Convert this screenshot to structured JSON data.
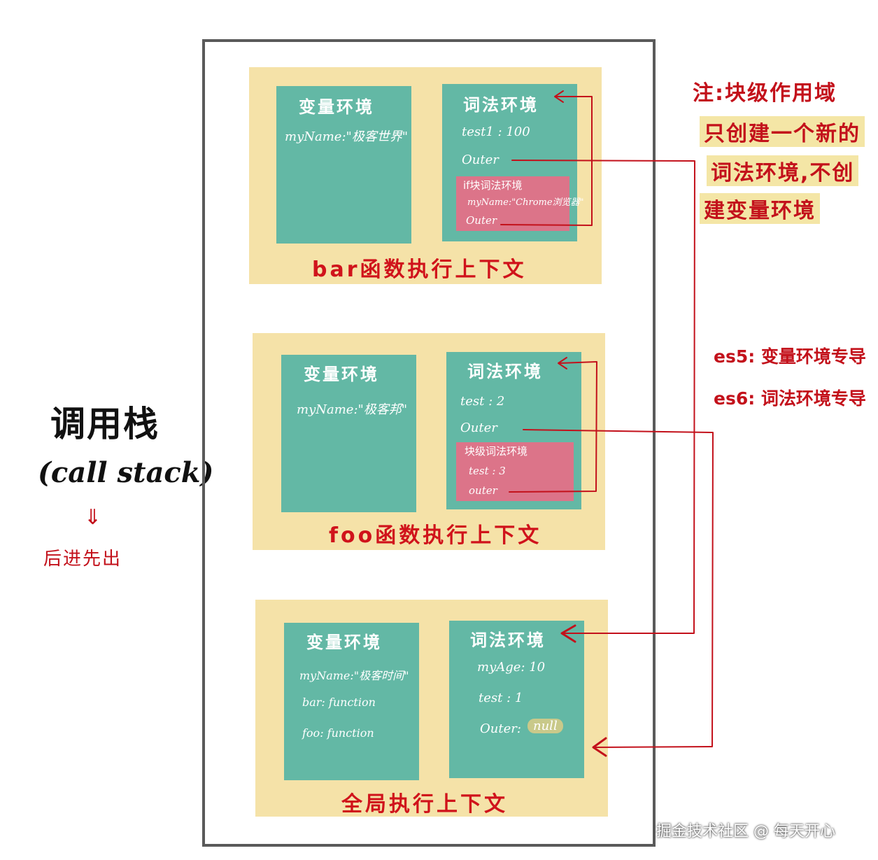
{
  "left": {
    "title": "调用栈",
    "subtitle": "(call stack)",
    "arrow": "⇓",
    "note": "后进先出"
  },
  "contexts": {
    "bar": {
      "label": "bar函数执行上下文",
      "variable_env": {
        "title": "变量环境",
        "items": [
          "myName:\"极客世界\""
        ]
      },
      "lexical_env": {
        "title": "词法环境",
        "items": [
          "test1 : 100",
          "Outer"
        ],
        "block": {
          "title": "if块词法环境",
          "items": [
            "myName:\"Chrome浏览器\"",
            "Outer"
          ]
        }
      }
    },
    "foo": {
      "label": "foo函数执行上下文",
      "variable_env": {
        "title": "变量环境",
        "items": [
          "myName:\"极客邦\""
        ]
      },
      "lexical_env": {
        "title": "词法环境",
        "items": [
          "test : 2",
          "Outer"
        ],
        "block": {
          "title": "块级词法环境",
          "items": [
            "test : 3",
            "outer"
          ]
        }
      }
    },
    "global": {
      "label": "全局执行上下文",
      "variable_env": {
        "title": "变量环境",
        "items": [
          "myName:\"极客时间\"",
          "bar: function",
          "foo: function"
        ]
      },
      "lexical_env": {
        "title": "词法环境",
        "items": [
          "myAge: 10",
          "test : 1",
          "Outer:"
        ],
        "null_value": "null"
      }
    }
  },
  "notes": {
    "block_scope": [
      "注:块级作用域",
      "只创建一个新的",
      "词法环境,不创",
      "建变量环境"
    ],
    "es5": "es5: 变量环境专导",
    "es6": "es6: 词法环境专导"
  },
  "watermark": "掘金技术社区 @ 每天开心",
  "colors": {
    "context_bg": "#f5e2a8",
    "panel_bg": "#63b8a5",
    "block_bg": "#dc7489",
    "accent_red": "#c3111b",
    "frame": "#5a5a5a"
  }
}
